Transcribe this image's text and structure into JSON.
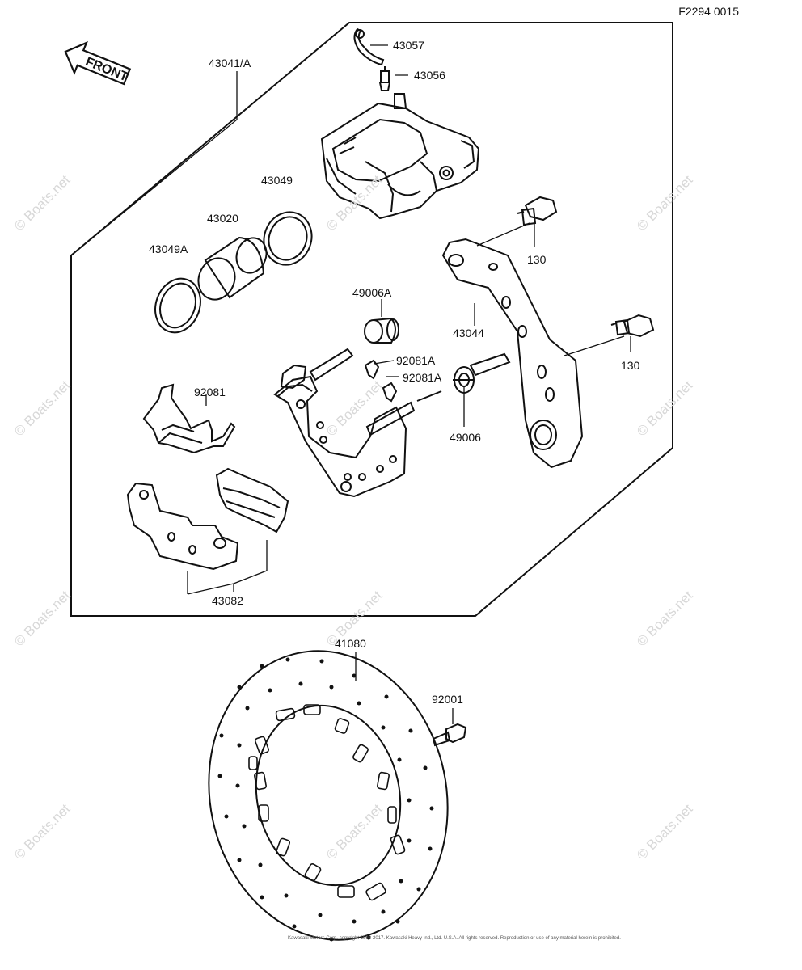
{
  "diagram_code": "F2294 0015",
  "front_label": "FRONT",
  "watermark": "© Boats.net",
  "copyright": "Kawasaki Motors Corp. copyright 1998-2017. Kawasaki Heavy Ind., Ltd. U.S.A. All rights reserved. Reproduction or use of any material herein is prohibited.",
  "part_labels": {
    "p43057": "43057",
    "p43056": "43056",
    "p43041A": "43041/A",
    "p43049": "43049",
    "p43020": "43020",
    "p43049A": "43049A",
    "p130a": "130",
    "p130b": "130",
    "p49006A": "49006A",
    "p43044": "43044",
    "p92081A_1": "92081A",
    "p92081A_2": "92081A",
    "p92081": "92081",
    "p49006": "49006",
    "p43082": "43082",
    "p41080": "41080",
    "p92001": "92001"
  },
  "colors": {
    "ink": "#111111",
    "paper": "#ffffff",
    "watermark": "#d8d8d8"
  }
}
